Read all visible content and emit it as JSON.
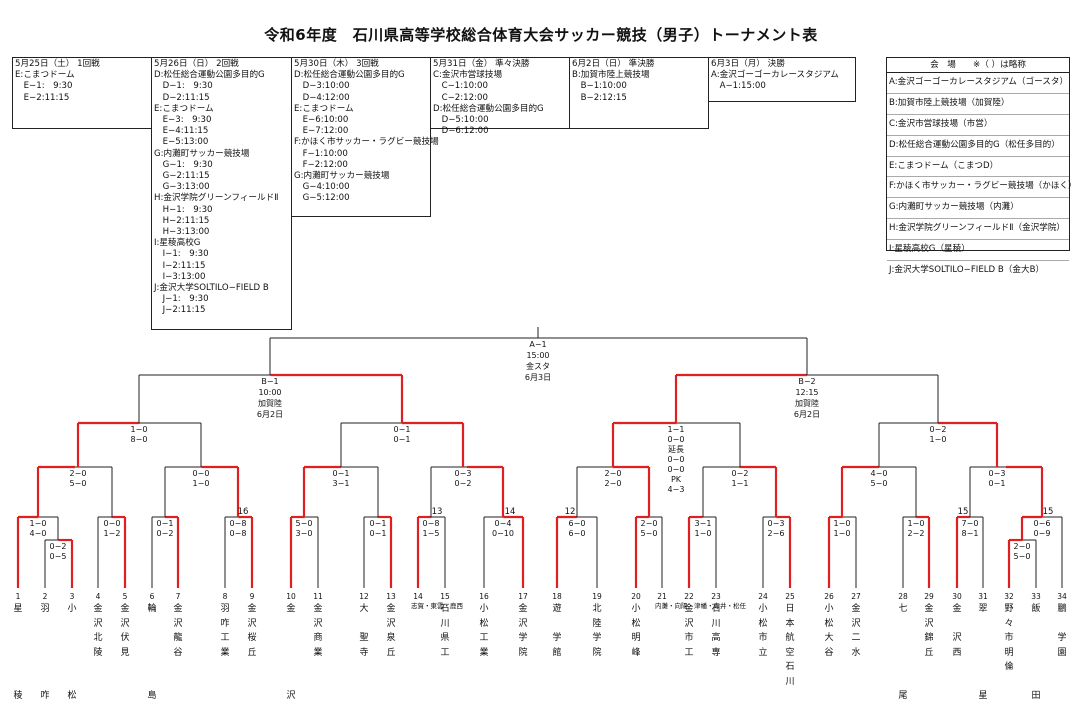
{
  "title": "令和6年度　石川県高等学校総合体育大会サッカー競技（男子）トーナメント表",
  "schedule": [
    {
      "lines": [
        "5月25日（土） 1回戦",
        "E:こまつドーム",
        "　E−1:　9:30",
        "　E−2:11:15"
      ]
    },
    {
      "lines": [
        "5月26日（日） 2回戦",
        "D:松任総合運動公園多目的G",
        "　D−1:　9:30",
        "　D−2:11:15",
        "E:こまつドーム",
        "　E−3:　9:30",
        "　E−4:11:15",
        "　E−5:13:00",
        "G:内灘町サッカー競技場",
        "　G−1:　9:30",
        "　G−2:11:15",
        "　G−3:13:00",
        "H:金沢学院グリーンフィールドⅡ",
        "　H−1:　9:30",
        "　H−2:11:15",
        "　H−3:13:00",
        "I:星稜高校G",
        "　I−1:　9:30",
        "　I−2:11:15",
        "　I−3:13:00",
        "J:金沢大学SOLTILO−FIELD B",
        "　J−1:　9:30",
        "　J−2:11:15"
      ]
    },
    {
      "lines": [
        "5月30日（木） 3回戦",
        "D:松任総合運動公園多目的G",
        "　D−3:10:00",
        "　D−4:12:00",
        "E:こまつドーム",
        "　E−6:10:00",
        "　E−7:12:00",
        "F:かほく市サッカー・ラグビー競技場",
        "　F−1:10:00",
        "　F−2:12:00",
        "G:内灘町サッカー競技場",
        "　G−4:10:00",
        "　G−5:12:00"
      ]
    },
    {
      "lines": [
        "5月31日（金） 準々決勝",
        "C:金沢市営球技場",
        "　C−1:10:00",
        "　C−2:12:00",
        "D:松任総合運動公園多目的G",
        "　D−5:10:00",
        "　D−6:12:00"
      ]
    },
    {
      "lines": [
        "6月2日（日） 準決勝",
        "B:加賀市陸上競技場",
        "　B−1:10:00",
        "　B−2:12:15"
      ]
    },
    {
      "lines": [
        "6月3日（月） 決勝",
        "A:金沢ゴーゴーカレースタジアム",
        "　A−1:15:00"
      ]
    }
  ],
  "legend": {
    "title": "会　場　　※（ ）は略称",
    "items": [
      "A:金沢ゴーゴーカレースタジアム（ゴースタ）",
      "B:加賀市陸上競技場（加賀陸）",
      "C:金沢市営球技場（市営）",
      "D:松任総合運動公園多目的G（松任多目的）",
      "E:こまつドーム（こまつD）",
      "F:かほく市サッカー・ラグビー競技場（かほく）",
      "G:内灘町サッカー競技場（内灘）",
      "H:金沢学院グリーンフィールドⅡ（金沢学院）",
      "I:星稜高校G（星稜）",
      "J:金沢大学SOLTILO−FIELD B（金大B）"
    ]
  },
  "final": {
    "code": "A−1",
    "time": "15:00",
    "venue": "金スタ",
    "date": "6月3日"
  },
  "semis": [
    {
      "code": "B−1",
      "time": "10:00",
      "venue": "加賀陸",
      "date": "6月2日"
    },
    {
      "code": "B−2",
      "time": "12:15",
      "venue": "加賀陸",
      "date": "6月2日"
    }
  ],
  "scores": {
    "s1": "1−0\n8−0",
    "s2": "0−1\n0−1",
    "s3": "1−1\n0−0\n延長\n0−0\n0−0\nPK\n4−3",
    "s4": "0−2\n1−0",
    "q1": "2−0\n5−0",
    "q2": "0−0\n1−0",
    "q3": "0−1\n3−1",
    "q4": "0−3\n0−2",
    "q5": "2−0\n2−0",
    "q6": "0−2\n1−1",
    "q7": "4−0\n5−0",
    "q8": "0−3\n0−1",
    "r1": "1−0\n4−0",
    "r1b": "0−2\n0−5",
    "r2": "0−0\n1−2",
    "r3": "0−1\n0−2",
    "r4": "0−8\n0−8",
    "r5": "5−0\n3−0",
    "r6": "0−1\n0−1",
    "r7": "0−8\n1−5",
    "r8": "0−4\n0−10",
    "r9": "6−0\n6−0",
    "r10": "2−0\n5−0",
    "r11": "3−1\n1−0",
    "r12": "0−3\n2−6",
    "r13": "1−0\n1−0",
    "r14": "1−0\n2−2",
    "r15": "7−0\n8−1",
    "r16": "0−6\n0−9",
    "r16b": "2−0\n5−0"
  },
  "seeds": {
    "n16": "16",
    "n13": "13",
    "n14": "14",
    "n12": "12",
    "n15": "15",
    "n15b": "15"
  },
  "teams": [
    {
      "num": "1",
      "name": "星\n\n\n\n\n\n稜"
    },
    {
      "num": "2",
      "name": "羽\n\n\n\n\n\n咋"
    },
    {
      "num": "3",
      "name": "小\n\n\n\n\n\n松"
    },
    {
      "num": "4",
      "name": "金\n沢\n北\n陵"
    },
    {
      "num": "5",
      "name": "金\n沢\n伏\n見"
    },
    {
      "num": "6",
      "name": "輪\n\n\n\n\n\n島"
    },
    {
      "num": "7",
      "name": "金\n沢\n龍\n谷"
    },
    {
      "num": "8",
      "name": "羽\n咋\n工\n業"
    },
    {
      "num": "9",
      "name": "金\n沢\n桜\n丘"
    },
    {
      "num": "10",
      "name": "金\n\n\n\n\n\n沢"
    },
    {
      "num": "11",
      "name": "金\n沢\n商\n業"
    },
    {
      "num": "12",
      "name": "大\n\n聖\n寺"
    },
    {
      "num": "13",
      "name": "金\n沢\n泉\n丘"
    },
    {
      "num": "14",
      "name": "志賀・東雲・鹿西"
    },
    {
      "num": "15",
      "name": "石\n川\n県\n工"
    },
    {
      "num": "16",
      "name": "小\n松\n工\n業"
    },
    {
      "num": "17",
      "name": "金\n沢\n学\n院"
    },
    {
      "num": "18",
      "name": "遊\n\n学\n館"
    },
    {
      "num": "19",
      "name": "北\n陸\n学\n院"
    },
    {
      "num": "20",
      "name": "小\n松\n明\n峰"
    },
    {
      "num": "21",
      "name": "内灘・向陽・津幡・寺井・松任"
    },
    {
      "num": "22",
      "name": "金\n沢\n市\n工"
    },
    {
      "num": "23",
      "name": "石\n川\n高\n専"
    },
    {
      "num": "24",
      "name": "小\n松\n市\n立"
    },
    {
      "num": "25",
      "name": "日\n本\n航\n空\n石\n川"
    },
    {
      "num": "26",
      "name": "小\n松\n大\n谷"
    },
    {
      "num": "27",
      "name": "金\n沢\n二\n水"
    },
    {
      "num": "28",
      "name": "七\n\n\n\n\n\n尾"
    },
    {
      "num": "29",
      "name": "金\n沢\n錦\n丘"
    },
    {
      "num": "30",
      "name": "金\n\n沢\n西"
    },
    {
      "num": "31",
      "name": "翠\n\n\n\n\n\n星"
    },
    {
      "num": "32",
      "name": "野\n々\n市\n明\n倫"
    },
    {
      "num": "33",
      "name": "飯\n\n\n\n\n\n田"
    },
    {
      "num": "34",
      "name": "鵬\n\n学\n園"
    }
  ],
  "colors": {
    "win": "#e02020",
    "line": "#222222"
  }
}
